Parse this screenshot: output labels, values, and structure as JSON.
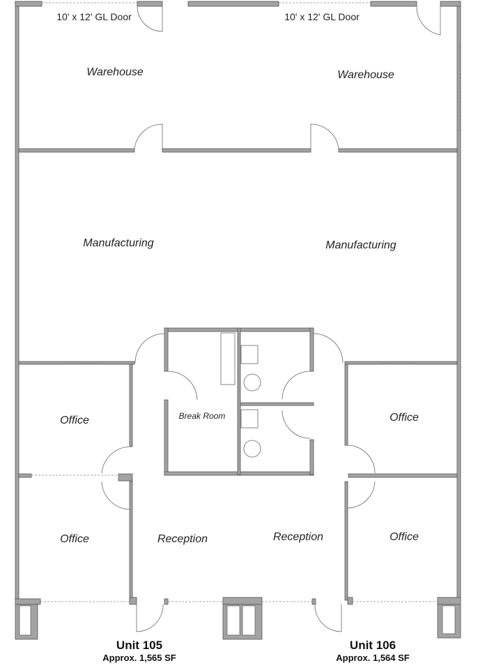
{
  "labels": {
    "gl_door_left": "10' x 12' GL Door",
    "gl_door_right": "10' x 12' GL Door",
    "warehouse_left": "Warehouse",
    "warehouse_right": "Warehouse",
    "manufacturing_left": "Manufacturing",
    "manufacturing_right": "Manufacturing",
    "office_upper_left": "Office",
    "office_lower_left": "Office",
    "office_upper_right": "Office",
    "office_lower_right": "Office",
    "break_room": "Break Room",
    "reception_left": "Reception",
    "reception_right": "Reception"
  },
  "units": [
    {
      "name": "Unit 105",
      "area": "Approx. 1,565 SF"
    },
    {
      "name": "Unit 106",
      "area": "Approx. 1,564 SF"
    }
  ]
}
